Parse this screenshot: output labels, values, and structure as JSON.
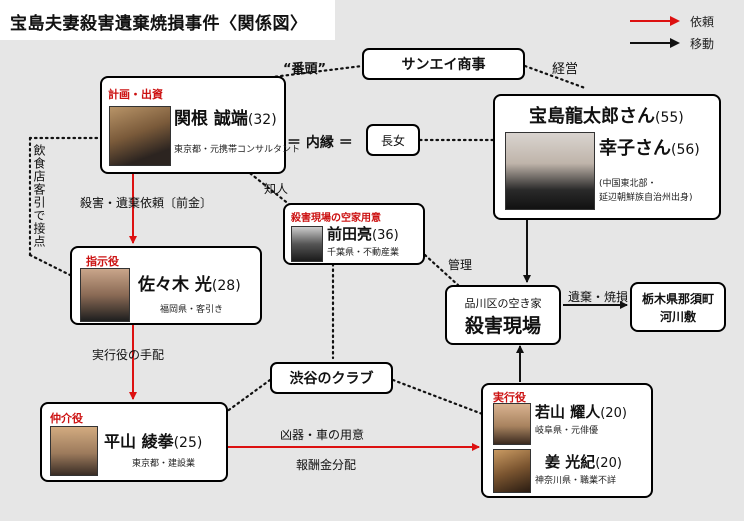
{
  "title": "宝島夫妻殺害遺棄焼損事件〈関係図〉",
  "legend": {
    "request": {
      "label": "依頼",
      "color": "#dd1111"
    },
    "move": {
      "label": "移動",
      "color": "#111111"
    }
  },
  "nodes": {
    "sekine": {
      "role": "計画・出資",
      "name": "関根 誠端",
      "age": "(32)",
      "detail": "東京都・元携帯コンサルタント"
    },
    "hoshima": {
      "name1": "宝島龍太郎さん",
      "age1": "(55)",
      "name2": "幸子さん",
      "age2": "(56)",
      "detail1": "(中国東北部・",
      "detail2": "延辺朝鮮族自治州出身)"
    },
    "sanei": {
      "label": "サンエイ商事"
    },
    "choujo": {
      "label": "長女"
    },
    "maeda": {
      "role": "殺害現場の空家用意",
      "name": "前田亮",
      "age": "(36)",
      "detail": "千葉県・不動産業"
    },
    "sasaki": {
      "role": "指示役",
      "name": "佐々木 光",
      "age": "(28)",
      "detail": "福岡県・客引き"
    },
    "genba": {
      "line1": "品川区の空き家",
      "line2": "殺害現場"
    },
    "tochigi": {
      "line1": "栃木県那須町",
      "line2": "河川敷"
    },
    "shibuya": {
      "label": "渋谷のクラブ"
    },
    "hirayama": {
      "role": "仲介役",
      "name": "平山 綾拳",
      "age": "(25)",
      "detail": "東京都・建設業"
    },
    "wakayama": {
      "role": "実行役",
      "name": "若山 耀人",
      "age": "(20)",
      "detail": "岐阜県・元俳優"
    },
    "kyo": {
      "name": "姜 光紀",
      "age": "(20)",
      "detail": "神奈川県・職業不詳"
    }
  },
  "edge_labels": {
    "bantou": "“番頭”",
    "keiei": "経営",
    "naien": "＝ 内縁 ＝",
    "inshoku": "飲食店客引で接点",
    "satsugai_irai": "殺害・遺棄依頼〔前金〕",
    "chijin": "知人",
    "kanri": "管理",
    "iki_shouson": "遺棄・焼損",
    "jikkou_tehai": "実行役の手配",
    "kyouki": "凶器・車の用意",
    "houshuu": "報酬金分配"
  }
}
